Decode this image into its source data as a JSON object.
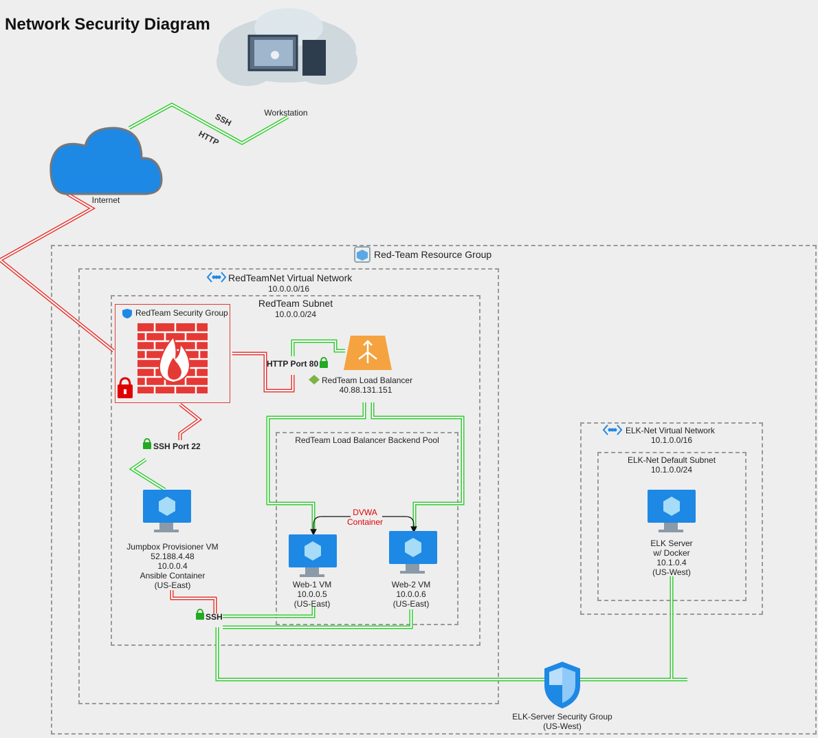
{
  "title": "Network Security Diagram",
  "nodes": {
    "workstation": "Workstation",
    "internet": "Internet",
    "resource_group": "Red-Team Resource Group",
    "vnet": {
      "name": "RedTeamNet Virtual Network",
      "cidr": "10.0.0.0/16"
    },
    "subnet": {
      "name": "RedTeam Subnet",
      "cidr": "10.0.0.0/24"
    },
    "security_group": "RedTeam Security Group",
    "load_balancer": {
      "name": "RedTeam Load Balancer",
      "ip": "40.88.131.151"
    },
    "backend_pool": "RedTeam Load Balancer Backend Pool",
    "jumpbox": {
      "name": "Jumpbox Provisioner VM",
      "public_ip": "52.188.4.48",
      "private_ip": "10.0.0.4",
      "note": "Ansible Container",
      "region": "(US-East)"
    },
    "web1": {
      "name": "Web-1 VM",
      "ip": "10.0.0.5",
      "region": "(US-East)"
    },
    "web2": {
      "name": "Web-2 VM",
      "ip": "10.0.0.6",
      "region": "(US-East)"
    },
    "elk_vnet": {
      "name": "ELK-Net Virtual Network",
      "cidr": "10.1.0.0/16"
    },
    "elk_subnet": {
      "name": "ELK-Net Default Subnet",
      "cidr": "10.1.0.0/24"
    },
    "elk_server": {
      "name": "ELK Server",
      "note": "w/ Docker",
      "ip": "10.1.0.4",
      "region": "(US-West)"
    },
    "elk_nsg": {
      "name": "ELK-Server Security Group",
      "region": "(US-West)"
    }
  },
  "edges": {
    "ssh": "SSH",
    "http": "HTTP",
    "http_port": "HTTP Port 80",
    "ssh_port": "SSH Port 22",
    "ssh_internal": "SSH",
    "dvwa_line1": "DVWA",
    "dvwa_line2": "Container"
  },
  "colors": {
    "connection_green": "#33cc33",
    "connection_red": "#e53935",
    "azure_blue": "#1e88e5",
    "firewall_red": "#e53935",
    "lb_orange": "#f4a340"
  }
}
